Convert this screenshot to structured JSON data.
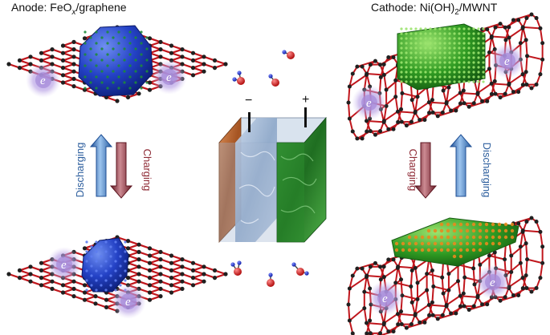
{
  "anode_title": {
    "prefix": "Anode: FeO",
    "sub": "x",
    "suffix": "/graphene"
  },
  "cathode_title": {
    "prefix": "Cathode: Ni(OH)",
    "sub": "2",
    "suffix": "/MWNT"
  },
  "left_arrows": {
    "up_label": "Discharging",
    "down_label": "Charging"
  },
  "right_arrows": {
    "down_label": "Charging",
    "up_label": "Discharging"
  },
  "terminals": {
    "negative": "−",
    "positive": "+"
  },
  "electron_symbol": "e",
  "colors": {
    "lattice_bond": "#c0161c",
    "lattice_atom": "#202020",
    "feox_top": "#2a4fd0",
    "feox_dots": "#1e8a3a",
    "feox_discharged": "#1f3fc8",
    "nioh_green": "#3aa82a",
    "nioh_orange": "#e88a1e",
    "discharge_arrow": "#2e6fb8",
    "charge_arrow": "#8e2a35",
    "electron_glow": "#a58ad8",
    "electrode_left": "#b8662e",
    "electrolyte": "#9fb8d8",
    "electrode_right": "#2f8a2f",
    "oxygen": "#e02020",
    "hydrogen": "#1a2fd0"
  }
}
